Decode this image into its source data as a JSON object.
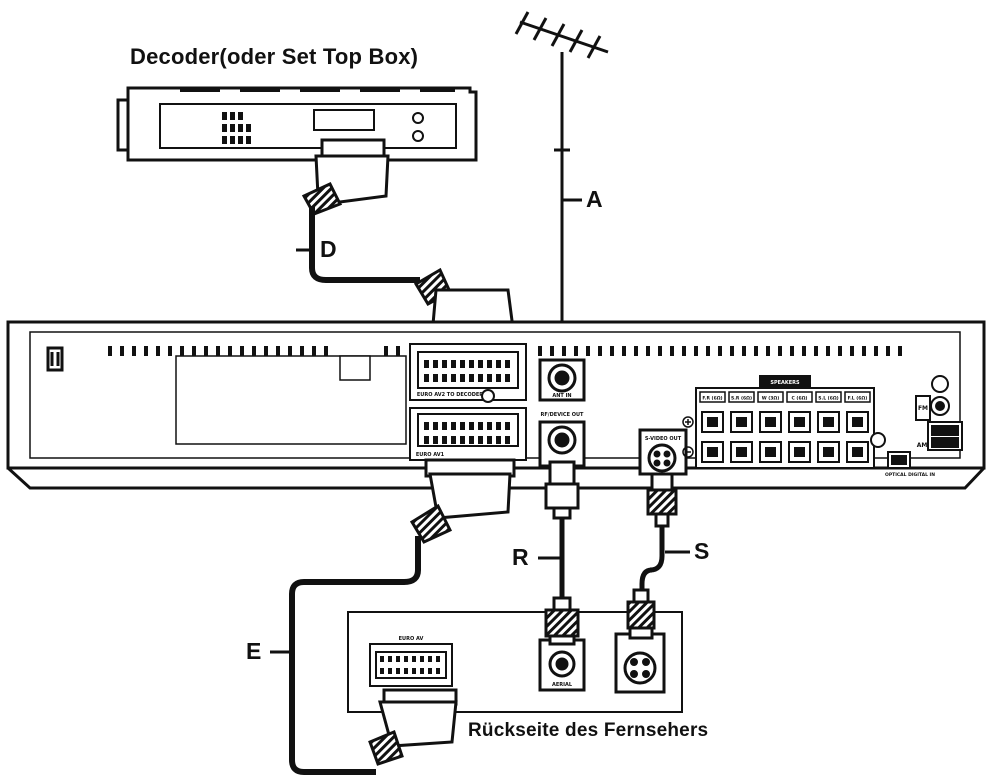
{
  "titles": {
    "decoder": "Decoder(oder Set Top Box)",
    "tv_back": "Rückseite des Fernsehers"
  },
  "cables": {
    "a": "A",
    "d": "D",
    "e": "E",
    "r": "R",
    "s": "S"
  },
  "panel": {
    "antenna_in": "ANT IN",
    "rf_out": "RF/DEVICE OUT",
    "euro_av": "EURO AV2 TO DECODER",
    "euro_av1": "EURO AV1",
    "video_out": "S-VIDEO OUT",
    "speakers": "SPEAKERS",
    "speaker_channels": [
      "F.R (6Ω)",
      "S.R (6Ω)",
      "W (3Ω)",
      "C (6Ω)",
      "S.L (6Ω)",
      "F.L (6Ω)"
    ],
    "fm": "FM",
    "am": "AM",
    "optical": "OPTICAL DIGITAL IN"
  },
  "tv": {
    "scart_label": "EURO AV",
    "aerial": "AERIAL"
  },
  "colors": {
    "line": "#111111",
    "fill": "#ffffff",
    "shade": "#d9d9d9"
  }
}
